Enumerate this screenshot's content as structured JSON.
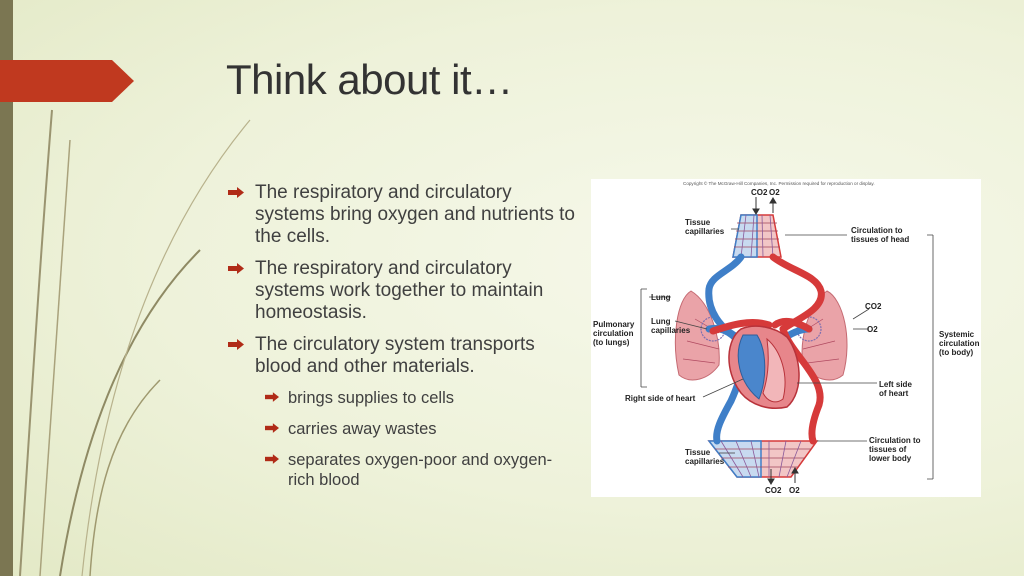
{
  "slide": {
    "title": "Think about it…",
    "bullets": [
      "The respiratory and circulatory systems bring oxygen and nutrients to the cells.",
      "The respiratory and circulatory systems work together to maintain homeostasis.",
      "The circulatory system transports blood and other materials."
    ],
    "sub_bullets": [
      "brings supplies to cells",
      "carries away wastes",
      "separates oxygen-poor and oxygen-rich blood"
    ]
  },
  "diagram": {
    "copyright": "Copyright © The McGraw-Hill Companies, Inc. Permission required for reproduction or display.",
    "labels": {
      "co2_top": "CO2",
      "o2_top": "O2",
      "tissue_capillaries_top_1": "Tissue",
      "tissue_capillaries_top_2": "capillaries",
      "circ_head_1": "Circulation to",
      "circ_head_2": "tissues of head",
      "lung": "Lung",
      "lung_capillaries_1": "Lung",
      "lung_capillaries_2": "capillaries",
      "pulmonary_1": "Pulmonary",
      "pulmonary_2": "circulation",
      "pulmonary_3": "(to lungs)",
      "co2_right": "CO2",
      "o2_right": "O2",
      "systemic_1": "Systemic",
      "systemic_2": "circulation",
      "systemic_3": "(to body)",
      "left_heart_1": "Left side",
      "left_heart_2": "of heart",
      "right_heart": "Right side of heart",
      "circ_lower_1": "Circulation to",
      "circ_lower_2": "tissues of",
      "circ_lower_3": "lower body",
      "tissue_capillaries_bottom_1": "Tissue",
      "tissue_capillaries_bottom_2": "capillaries",
      "co2_bottom": "CO2",
      "o2_bottom": "O2"
    }
  },
  "colors": {
    "accent_tab": "#c0391f",
    "oxygen_rich": "#d63a3a",
    "oxygen_poor": "#3f7fc8",
    "left_bar": "#7b7652"
  }
}
